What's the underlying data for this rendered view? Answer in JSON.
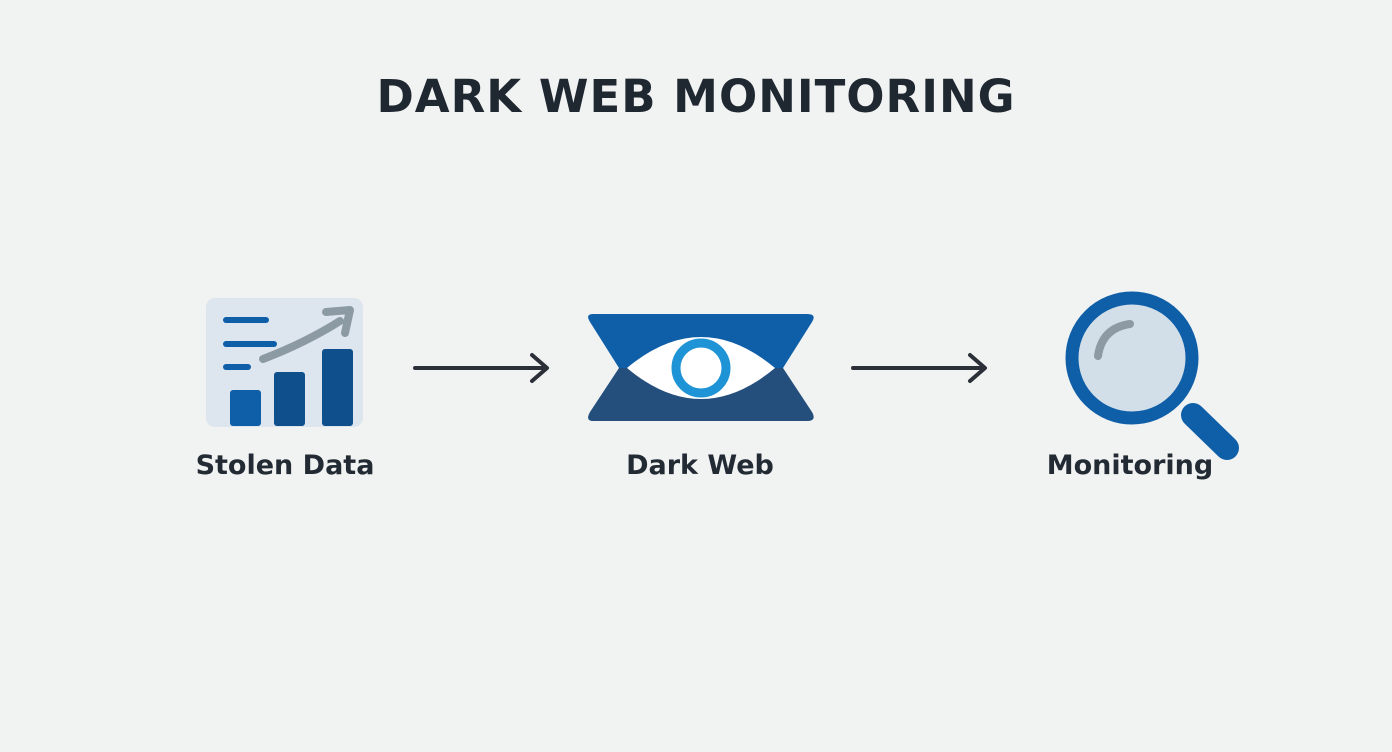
{
  "diagram": {
    "title": "DARK WEB MONITORING",
    "nodes": [
      {
        "id": "stolen-data",
        "label": "Stolen Data",
        "icon": "chart-icon"
      },
      {
        "id": "dark-web",
        "label": "Dark Web",
        "icon": "eye-icon"
      },
      {
        "id": "monitoring",
        "label": "Monitoring",
        "icon": "magnifier-icon"
      }
    ],
    "edges": [
      {
        "from": "stolen-data",
        "to": "dark-web"
      },
      {
        "from": "dark-web",
        "to": "monitoring"
      }
    ]
  },
  "colors": {
    "background": "#f1f2f2",
    "text": "#222a33",
    "primary_blue": "#0f5fa8",
    "dark_blue": "#244f7c",
    "light_blue": "#1e93d6",
    "panel": "#dde6ee",
    "arrow": "#2b3038",
    "gray": "#8c9aa3"
  }
}
